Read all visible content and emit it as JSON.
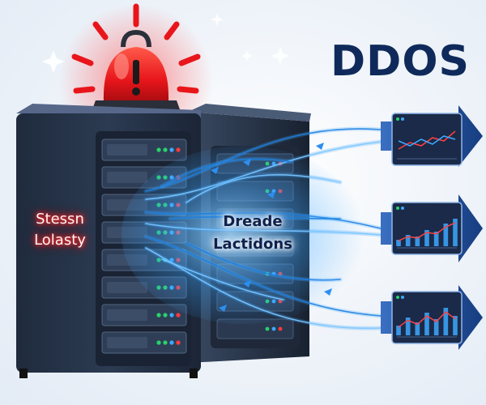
{
  "title": "DDOS",
  "server_label": {
    "line1": "Stessn",
    "line2": "Lolasty"
  },
  "flow_label": {
    "line1": "Dreade",
    "line2": "Lactidons"
  },
  "colors": {
    "alarm": "#e8161b",
    "server_body": "#263449",
    "traffic_glow": "#3ea8ff",
    "arrow": "#1f4f9c",
    "title": "#0f2a5a"
  },
  "panels": [
    {
      "name": "top-chart",
      "type": "line",
      "values": [
        0.25,
        0.45,
        0.35,
        0.6,
        0.5,
        0.8
      ],
      "values2": [
        0.5,
        0.35,
        0.55,
        0.4,
        0.65,
        0.55
      ]
    },
    {
      "name": "middle-chart",
      "type": "bar-line",
      "values": [
        0.2,
        0.35,
        0.3,
        0.5,
        0.45,
        0.7,
        0.85
      ]
    },
    {
      "name": "bottom-chart",
      "type": "bar-line",
      "values": [
        0.3,
        0.55,
        0.4,
        0.7,
        0.5,
        0.85,
        0.6
      ]
    }
  ]
}
